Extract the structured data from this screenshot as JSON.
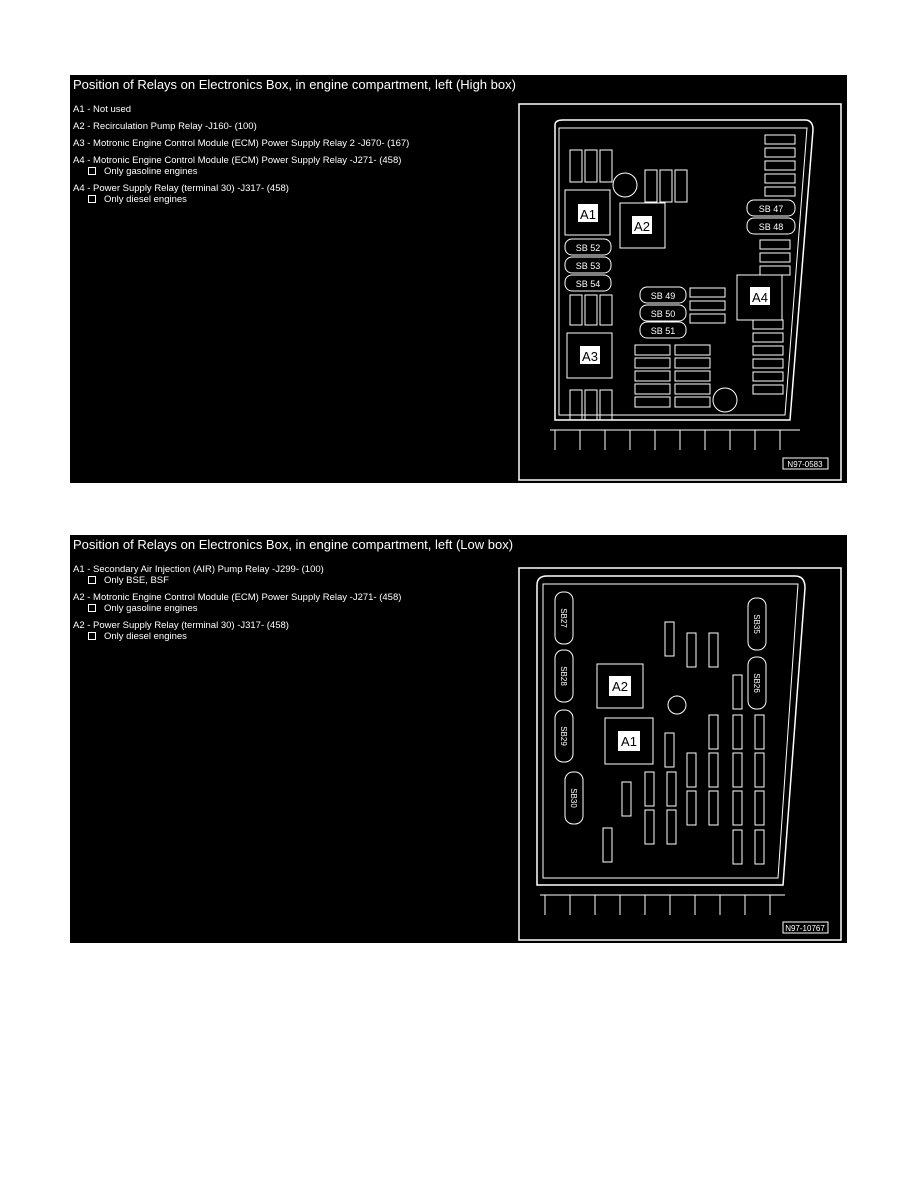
{
  "high_box": {
    "title": "Position of Relays on Electronics Box, in engine compartment, left (High box)",
    "items": [
      {
        "label": "A1 - Not used",
        "notes": []
      },
      {
        "label": "A2 - Recirculation Pump Relay -J160- (100)",
        "notes": []
      },
      {
        "label": "A3 - Motronic Engine Control Module (ECM) Power Supply Relay 2 -J670- (167)",
        "notes": []
      },
      {
        "label": "A4 - Motronic Engine Control Module (ECM) Power Supply Relay -J271- (458)",
        "notes": [
          "Only gasoline engines"
        ]
      },
      {
        "label": "A4 - Power Supply Relay (terminal 30) -J317- (458)",
        "notes": [
          "Only diesel engines"
        ]
      }
    ],
    "diagram": {
      "relays": [
        "A1",
        "A2",
        "A3",
        "A4"
      ],
      "fuses": [
        "SB 47",
        "SB 48",
        "SB 52",
        "SB 53",
        "SB 54",
        "SB 49",
        "SB 50",
        "SB 51"
      ],
      "ref": "N97-0583"
    }
  },
  "low_box": {
    "title": "Position of Relays on Electronics Box, in engine compartment, left (Low box)",
    "items": [
      {
        "label": "A1 - Secondary Air Injection (AIR) Pump Relay -J299- (100)",
        "notes": [
          "Only BSE, BSF"
        ]
      },
      {
        "label": "A2 - Motronic Engine Control Module (ECM) Power Supply Relay -J271- (458)",
        "notes": [
          "Only gasoline engines"
        ]
      },
      {
        "label": "A2 - Power Supply Relay (terminal 30) -J317- (458)",
        "notes": [
          "Only diesel engines"
        ]
      }
    ],
    "diagram": {
      "relays": [
        "A2",
        "A1"
      ],
      "fuses": [
        "SB27",
        "SB28",
        "SB29",
        "SB30",
        "SB35",
        "SB26"
      ],
      "ref": "N97-10767"
    }
  }
}
